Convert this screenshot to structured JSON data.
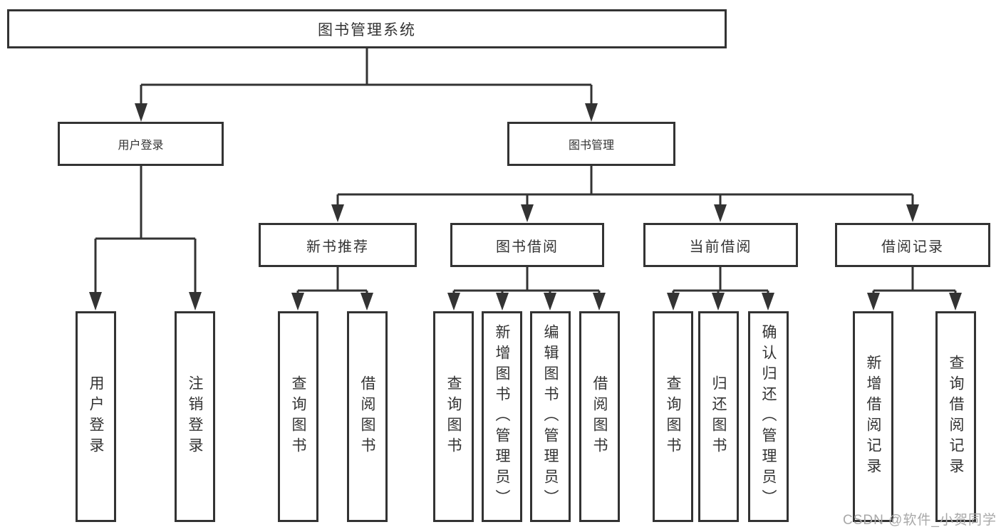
{
  "diagram": {
    "root": {
      "label": "图书管理系统"
    },
    "level2": [
      {
        "label": "用户登录"
      },
      {
        "label": "图书管理"
      }
    ],
    "level3": [
      {
        "label": "新书推荐"
      },
      {
        "label": "图书借阅"
      },
      {
        "label": "当前借阅"
      },
      {
        "label": "借阅记录"
      }
    ],
    "leaves": {
      "user_login": [
        "用户登录",
        "注销登录"
      ],
      "new_book_recommend": [
        "查询图书",
        "借阅图书"
      ],
      "book_borrowing": [
        "查询图书",
        "新增图书（管理员）",
        "编辑图书（管理员）",
        "借阅图书"
      ],
      "current_borrowing": [
        "查询图书",
        "归还图书",
        "确认归还（管理员）"
      ],
      "borrowing_records": [
        "新增借阅记录",
        "查询借阅记录"
      ]
    }
  },
  "watermark": "CSDN @软件_小贺同学",
  "colors": {
    "line": "#333333",
    "text": "#333333",
    "watermark": "#a8a8a8",
    "background": "#ffffff"
  }
}
